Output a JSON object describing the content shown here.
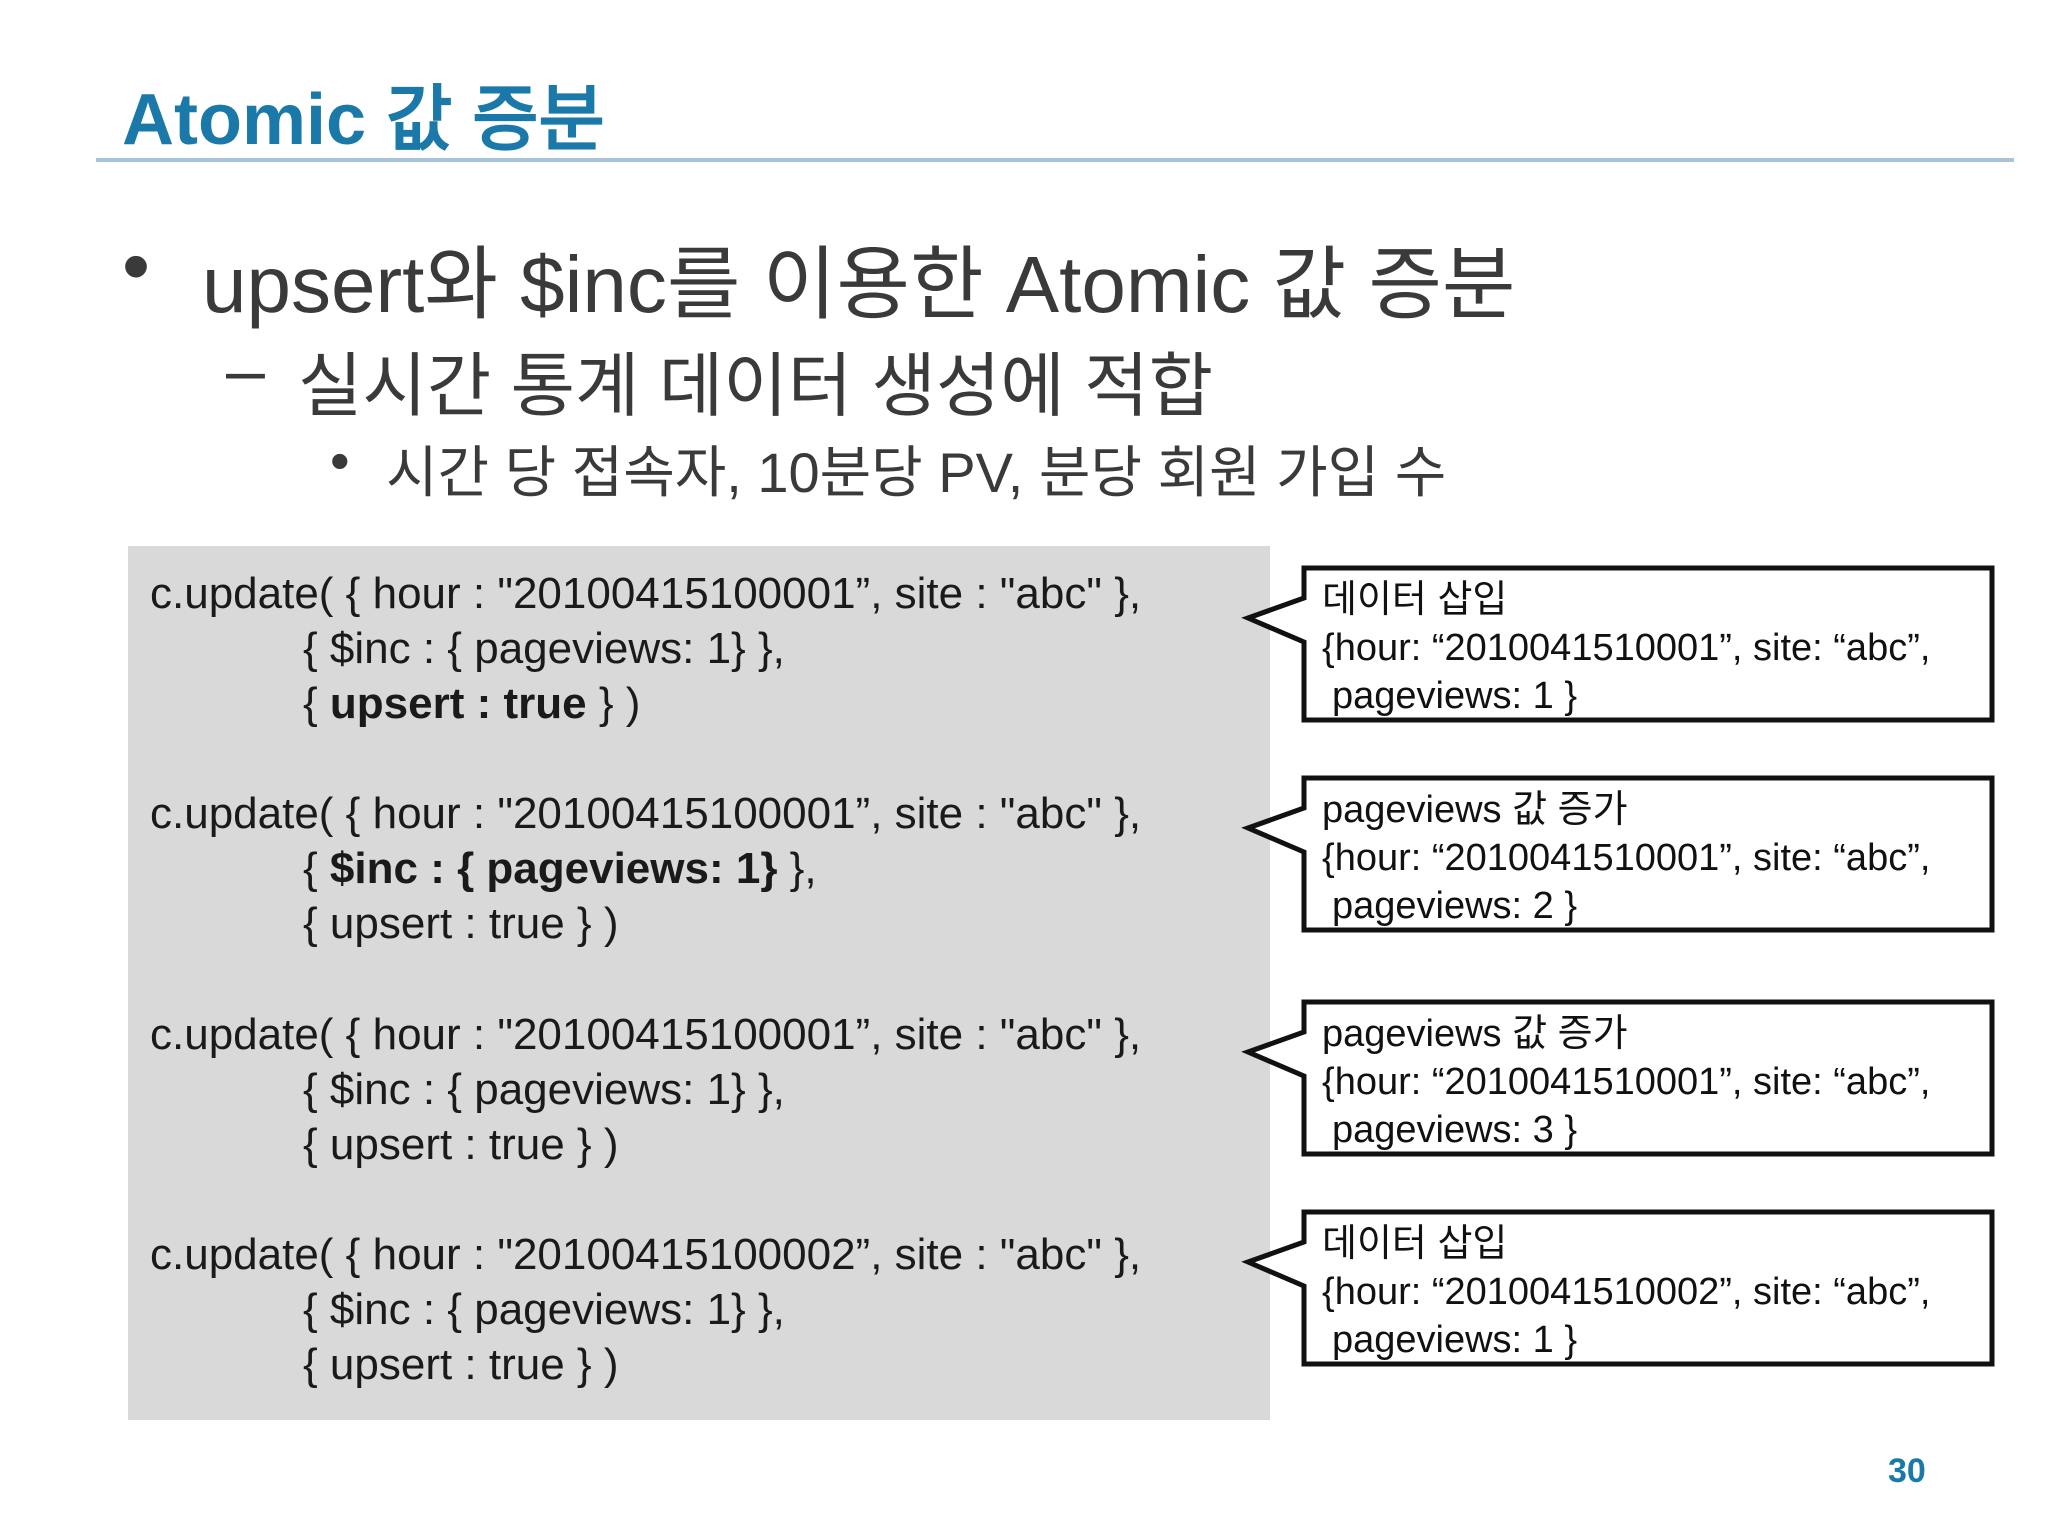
{
  "slide": {
    "title": "Atomic 값 증분",
    "page_number": "30"
  },
  "bullets": {
    "level1": {
      "mark": "•",
      "text": "upsert와 $inc를 이용한 Atomic 값 증분"
    },
    "level2": {
      "mark": "–",
      "text": "실시간 통계 데이터 생성에 적합"
    },
    "level3": {
      "mark": "•",
      "text": "시간 당 접속자, 10분당 PV, 분당 회원 가입 수"
    }
  },
  "code": [
    {
      "line1": "c.update( { hour : \"20100415100001”, site : \"abc\" },",
      "line2": "{ $inc : { pageviews: 1} },",
      "line3_open": "{ ",
      "line3_bold": "upsert : true",
      "line3_close": " } )"
    },
    {
      "line1": "c.update( { hour : \"20100415100001”, site : \"abc\" },",
      "line2_open": "{ ",
      "line2_bold": "$inc : { pageviews: 1}",
      "line2_close": " },",
      "line3": "{ upsert : true } )"
    },
    {
      "line1": "c.update( { hour : \"20100415100001”, site : \"abc\" },",
      "line2": "{ $inc : { pageviews: 1} },",
      "line3": "{ upsert : true } )"
    },
    {
      "line1": "c.update( { hour : \"20100415100002”, site : \"abc\" },",
      "line2": "{ $inc : { pageviews: 1} },",
      "line3": "{ upsert : true } )"
    }
  ],
  "callouts": [
    {
      "heading": "데이터 삽입",
      "doc": "{hour: “2010041510001”, site: “abc”,",
      "tail": "pageviews: 1 }"
    },
    {
      "heading": "pageviews 값 증가",
      "doc": "{hour: “2010041510001”, site: “abc”,",
      "tail": "pageviews: 2 }"
    },
    {
      "heading": "pageviews 값 증가",
      "doc": "{hour: “2010041510001”, site: “abc”,",
      "tail": "pageviews: 3 }"
    },
    {
      "heading": "데이터 삽입",
      "doc": "{hour: “2010041510002”, site: “abc”,",
      "tail": "pageviews: 1 }"
    }
  ]
}
